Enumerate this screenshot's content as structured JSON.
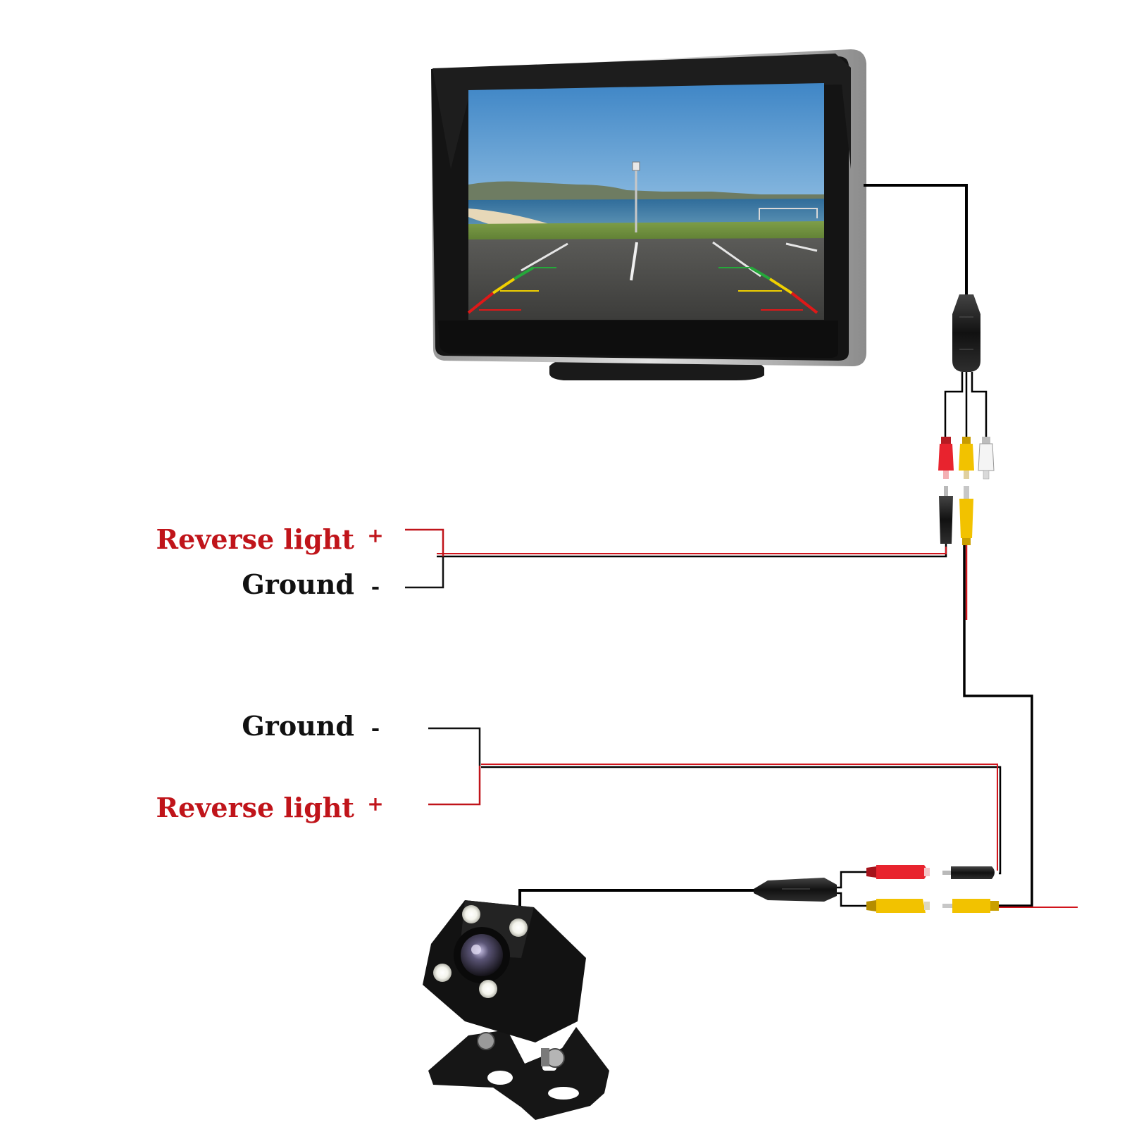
{
  "labels": {
    "top_group": {
      "positive_label": "Reverse light",
      "positive_sign": "+",
      "negative_label": "Ground",
      "negative_sign": "-"
    },
    "bottom_group": {
      "negative_label": "Ground",
      "negative_sign": "-",
      "positive_label": "Reverse light",
      "positive_sign": "+"
    }
  },
  "colors": {
    "positive": "#c0141a",
    "negative": "#111111",
    "wire_black": "#000000",
    "wire_red": "#d1141c",
    "rca_red": "#e8232e",
    "rca_yellow": "#f2c200",
    "rca_white": "#f2f2f2",
    "background": "#ffffff"
  },
  "components": {
    "monitor": "rearview-monitor",
    "camera": "backup-camera-4-led"
  }
}
